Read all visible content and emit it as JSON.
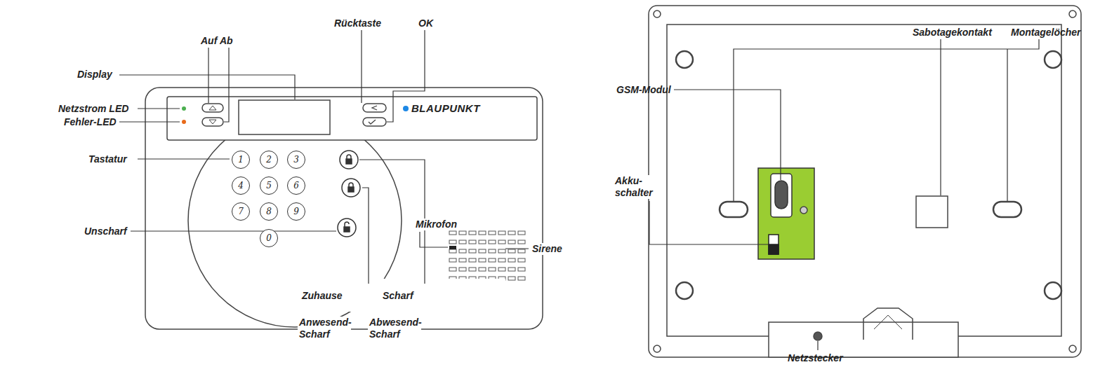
{
  "diagram": {
    "nodes": [
      {
        "text": [
          "1"
        ]
      },
      {
        "text": [
          "2"
        ]
      },
      {
        "text": [
          "3"
        ]
      },
      {
        "text": [
          "4"
        ]
      },
      {
        "text": [
          "5"
        ]
      },
      {
        "text": [
          "6"
        ]
      },
      {
        "text": [
          "7"
        ]
      },
      {
        "text": [
          "8"
        ]
      },
      {
        "text": [
          "9"
        ]
      },
      {
        "text": [
          "0"
        ]
      }
    ],
    "labels": [
      "Auf",
      "Ab",
      "Rücktaste",
      "OK",
      "Display",
      "Netzstrom LED",
      "Fehler-LED",
      "Tastatur",
      "Unscharf",
      "BLAUPUNKT",
      "Mikrofon",
      "Sirene",
      "Zuhause",
      "Scharf",
      "Anwesend- Scharf",
      "Abwesend- Scharf",
      "Sabotagekontakt",
      "Montagelöcher",
      "GSM-Modul",
      "Akku- schalter",
      "Netzstecker"
    ]
  }
}
